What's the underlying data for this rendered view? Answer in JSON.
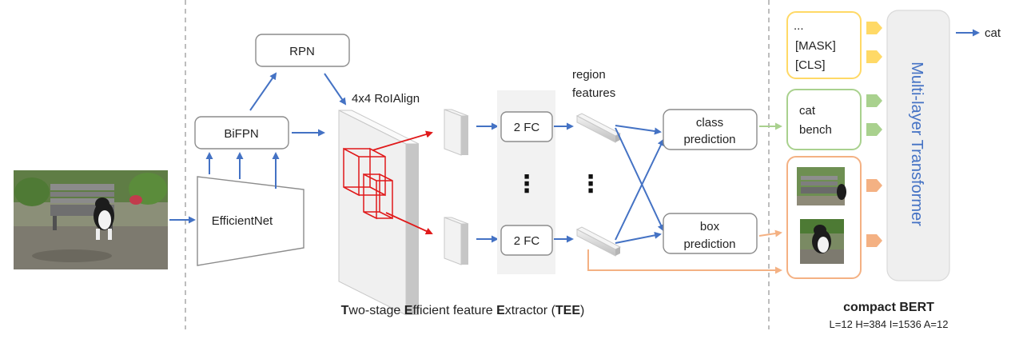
{
  "modules": {
    "rpn": "RPN",
    "bifpn": "BiFPN",
    "efficientnet": "EfficientNet",
    "roialign": "4x4 RoIAlign",
    "fc_top": "2 FC",
    "fc_bottom": "2 FC",
    "region_features_line1": "region",
    "region_features_line2": "features",
    "class_prediction_line1": "class",
    "class_prediction_line2": "prediction",
    "box_prediction_line1": "box",
    "box_prediction_line2": "prediction",
    "vdots": "⋮"
  },
  "tokens": {
    "special": [
      "...",
      "[MASK]",
      "[CLS]"
    ],
    "labels": [
      "cat",
      "bench"
    ]
  },
  "transformer": {
    "label": "Multi-layer Transformer",
    "output": "cat"
  },
  "captions": {
    "tee_parts": [
      {
        "text": "T",
        "bold": true
      },
      {
        "text": "wo-stage ",
        "bold": false
      },
      {
        "text": "E",
        "bold": true
      },
      {
        "text": "fficient feature ",
        "bold": false
      },
      {
        "text": "E",
        "bold": true
      },
      {
        "text": "xtractor (",
        "bold": false
      },
      {
        "text": "TEE",
        "bold": true
      },
      {
        "text": ")",
        "bold": false
      }
    ],
    "bert_title": "compact BERT",
    "bert_config": "L=12 H=384 I=1536 A=12"
  },
  "colors": {
    "blue_arrow": "#4472c4",
    "red_arrow": "#e0191a",
    "green": "#a9d18e",
    "orange": "#f4b183",
    "yellow": "#ffd966",
    "transformer_text": "#4472c4"
  }
}
